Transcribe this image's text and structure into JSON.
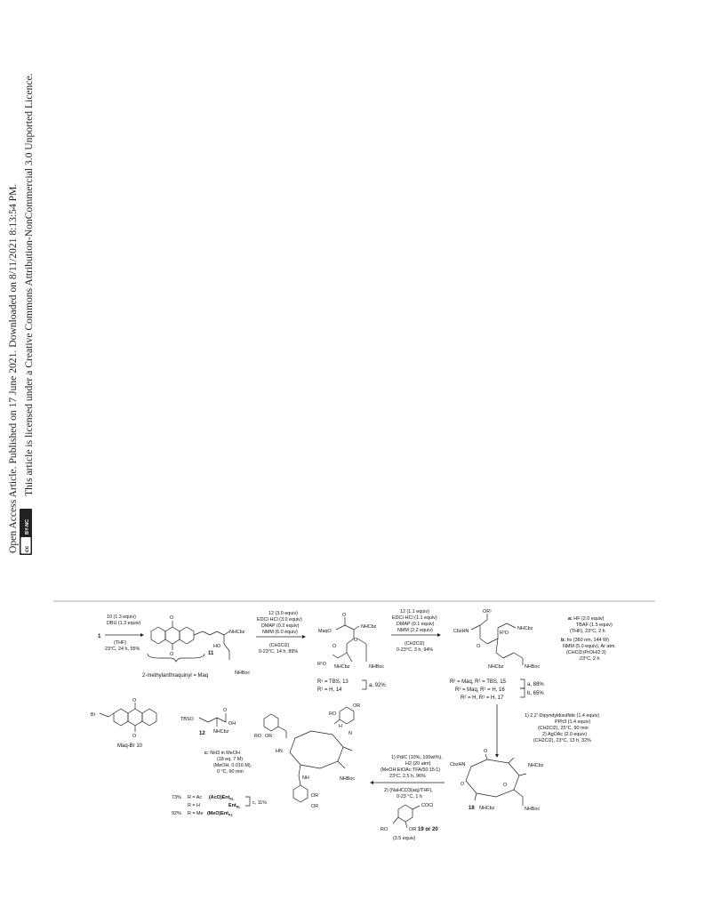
{
  "header": {
    "line1": "Open Access Article. Published on 17 June 2021. Downloaded on 8/11/2021 8:13:54 PM.",
    "line2": "This article is licensed under a Creative Commons Attribution-NonCommercial 3.0 Unported Licence.",
    "badge_cc": "cc",
    "badge_by": "BY-NC"
  },
  "scheme": {
    "start_label": "1",
    "step1": {
      "reagent1": "10 (1.3 equiv)",
      "reagent2": "DBU (1.3 equiv)",
      "solvent": "(THF)",
      "conditions": "23°C, 24 h, 55%"
    },
    "cmpd11": {
      "label": "11",
      "brace": "2-methylanthraquinyl = Maq",
      "nhcbz": "NHCbz",
      "ho": "HO",
      "nhboc": "NHBoc"
    },
    "step2": {
      "r1": "12 (3.0 equiv)",
      "r2": "EDCI·HCl (3.0 equiv)",
      "r3": "DMAP (0.2 equiv)",
      "r4": "NMM (6.0 equiv)",
      "solvent": "(CH2Cl2)",
      "conditions": "0-23°C, 14 h, 89%"
    },
    "cmpd13": {
      "maqo": "MaqO",
      "nhcbz": "NHCbz",
      "nhcbz2": "NHCbz",
      "r1o": "R¹O",
      "nhboc": "NHBoc",
      "r_tbs": "R¹ = TBS, 13",
      "r_h": "R¹ = H, 14",
      "step_a": "a, 92%"
    },
    "step3": {
      "r1": "12 (1.1 equiv)",
      "r2": "EDCI·HCl (1.1 equiv)",
      "r3": "DMAP (0.1 equiv)",
      "r4": "NMM (2.2 equiv)",
      "solvent": "(CH2Cl2)",
      "conditions": "0-23°C, 3 h, 94%"
    },
    "cmpd15": {
      "or1": "OR¹",
      "cbzhn": "CbzHN",
      "r2o": "R²O",
      "nhcbz": "NHCbz",
      "nhcbz2": "NHCbz",
      "nhboc": "NHBoc",
      "r15": "R² = Maq, R¹ = TBS, 15",
      "r16": "R² = Maq, R¹ = H, 16",
      "r17": "R² = H, R¹ = H, 17",
      "step_a": "a, 88%",
      "step_b": "b, 65%"
    },
    "conditions_ab": {
      "a_label": "a:",
      "a1": "HF (2.0 equiv)",
      "a2": "TBAF (1.5 equiv)",
      "a3": "(THF), 23°C, 2 h",
      "b_label": "b:",
      "b1": "hν (360 nm, 144 W)",
      "b2": "NMM (5.0 equiv), Ar atm.",
      "b3": "(CHCl3:iPrOH/2:3)",
      "b4": "23°C, 2 h"
    },
    "reagents": {
      "maqbr": "Maq-Br 10",
      "br": "Br",
      "tbso": "TBSO",
      "oh": "OH",
      "nhcbz": "NHCbz",
      "label12": "12"
    },
    "step4": {
      "r1": "1) 2,2'-Dipyridyldisulfide (1.4 equiv)",
      "r2": "PPh3 (1.4 equiv)",
      "r3": "(CH2Cl2), 25°C, 90 min",
      "r4": "2) AgOAc (2.0 equiv)",
      "r5": "(CH2Cl2), 23°C, 13 h, 32%"
    },
    "cmpd18": {
      "label": "18",
      "cbzhn": "CbzHN",
      "nhcbz": "NHCbz",
      "nhcbz2": "NHCbz",
      "nhboc": "NHBoc",
      "or": "19 or 20"
    },
    "step5": {
      "r1": "1) Pd/C (10%, 100wt%),",
      "r2": "H2 (20 atm)",
      "r3": "(MeOH:EtOAc:TFA/50:15:1)",
      "r4": "23°C, 2.5 h, 96%",
      "r5": "2) (NaHCO3(aq)/THF),",
      "r6": "0-23 °C, 1 h",
      "acid": "COCl",
      "ro": "RO",
      "or2": "OR",
      "equiv": "(3.5 equiv)"
    },
    "step_c": {
      "label": "c:",
      "r1": "NH3 in MeOH",
      "r2": "(18 eq, 7 M)",
      "r3": "(MeOH, 0.016 M),",
      "r4": "0 °C, 90 min"
    },
    "products": {
      "p1_yield": "73%",
      "p1_r": "R = Ac",
      "p1_name": "(AcO)Ent",
      "sub": "KL",
      "p2_r": "R = H",
      "p2_name": "Ent",
      "p2_c": "c, 11%",
      "p3_yield": "92%",
      "p3_r": "R = Me",
      "p3_name": "(MeO)Ent"
    },
    "cmpd_final": {
      "ro": "RO",
      "or": "OR",
      "hn": "HN",
      "nh": "NH",
      "n": "N",
      "h": "H",
      "nhboc": "NHBoc",
      "or_b": "OR"
    }
  },
  "colors": {
    "text": "#111111",
    "rule": "#d9d5cf",
    "badge": "#222222"
  }
}
